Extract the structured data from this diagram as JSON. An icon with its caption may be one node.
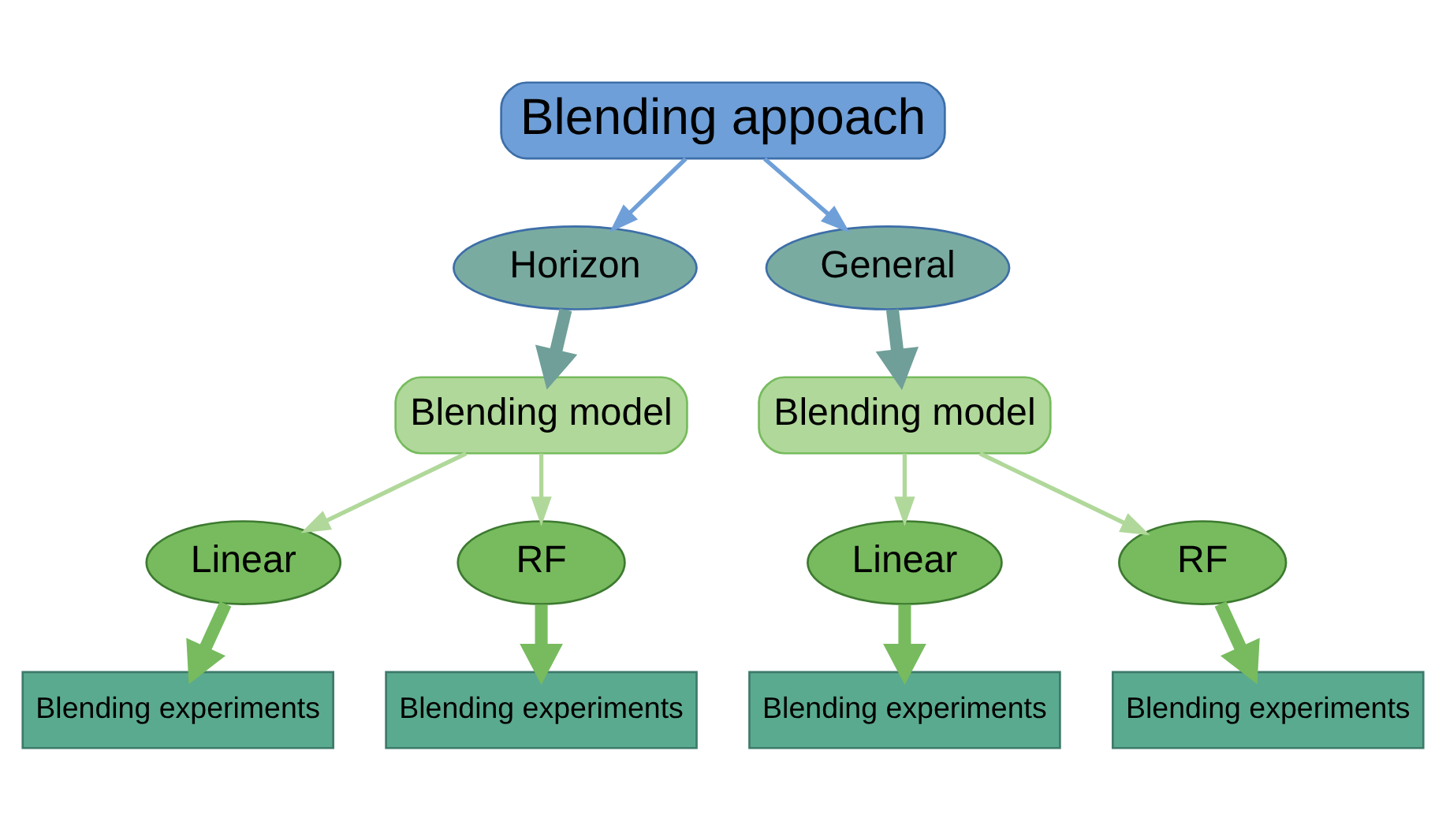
{
  "diagram": {
    "nodes": [
      {
        "text": [
          "Blending appoach"
        ]
      },
      {
        "text": [
          "Horizon"
        ]
      },
      {
        "text": [
          "General"
        ]
      },
      {
        "text": [
          "Blending model"
        ]
      },
      {
        "text": [
          "Blending model"
        ]
      },
      {
        "text": [
          "Linear"
        ]
      },
      {
        "text": [
          "RF"
        ]
      },
      {
        "text": [
          "Linear"
        ]
      },
      {
        "text": [
          "RF"
        ]
      },
      {
        "text": [
          "Blending experiments"
        ]
      },
      {
        "text": [
          "Blending experiments"
        ]
      },
      {
        "text": [
          "Blending experiments"
        ]
      },
      {
        "text": [
          "Blending experiments"
        ]
      }
    ],
    "edges": [
      {
        "from": 0,
        "to": 1,
        "arrow": "to",
        "color": "#6f9fd8"
      },
      {
        "from": 0,
        "to": 2,
        "arrow": "to",
        "color": "#6f9fd8"
      },
      {
        "from": 1,
        "to": 3,
        "arrow": "to",
        "style": "thick",
        "color": "#6f9f98"
      },
      {
        "from": 2,
        "to": 4,
        "arrow": "to",
        "style": "thick",
        "color": "#6f9f98"
      },
      {
        "from": 3,
        "to": 5,
        "arrow": "to",
        "color": "#b0d89a"
      },
      {
        "from": 3,
        "to": 6,
        "arrow": "to",
        "color": "#b0d89a"
      },
      {
        "from": 4,
        "to": 7,
        "arrow": "to",
        "color": "#b0d89a"
      },
      {
        "from": 4,
        "to": 8,
        "arrow": "to",
        "color": "#b0d89a"
      },
      {
        "from": 5,
        "to": 9,
        "arrow": "to",
        "style": "thick",
        "color": "#77bb5e"
      },
      {
        "from": 6,
        "to": 10,
        "arrow": "to",
        "style": "thick",
        "color": "#77bb5e"
      },
      {
        "from": 7,
        "to": 11,
        "arrow": "to",
        "style": "thick",
        "color": "#77bb5e"
      },
      {
        "from": 8,
        "to": 12,
        "arrow": "to",
        "style": "thick",
        "color": "#77bb5e"
      }
    ]
  }
}
